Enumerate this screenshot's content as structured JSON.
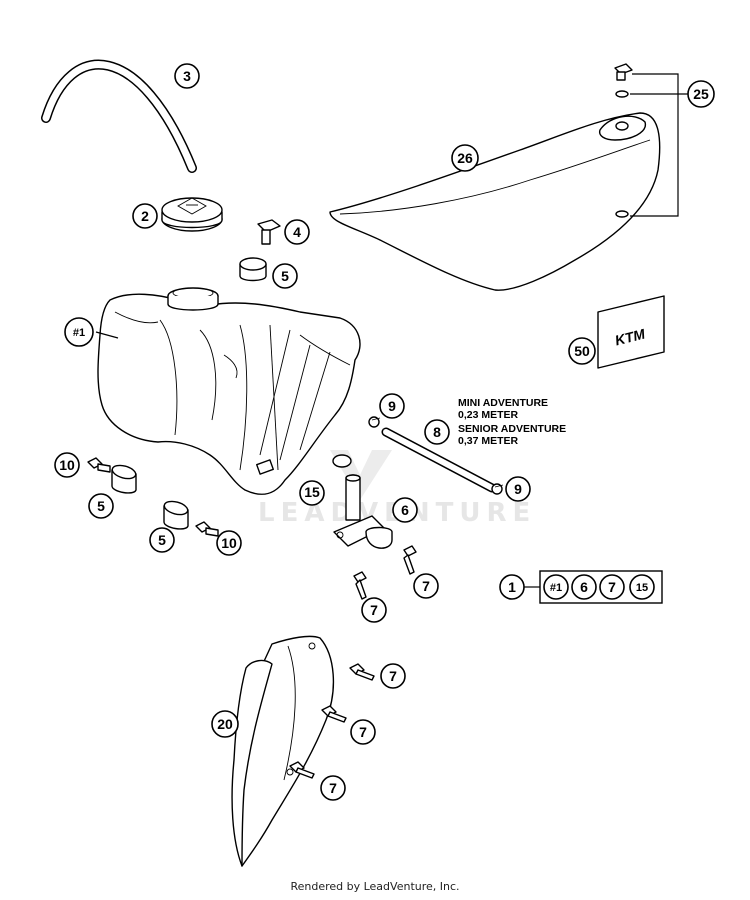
{
  "diagram": {
    "callouts": {
      "c1": "1",
      "c2": "2",
      "c3": "3",
      "c4": "4",
      "c5a": "5",
      "c5b": "5",
      "c5c": "5",
      "c6": "6",
      "c7a": "7",
      "c7b": "7",
      "c7c": "7",
      "c7d": "7",
      "c7e": "7",
      "c8": "8",
      "c9a": "9",
      "c9b": "9",
      "c10a": "10",
      "c10b": "10",
      "c15": "15",
      "c20": "20",
      "c25": "25",
      "c26": "26",
      "c50": "50",
      "tank": "#1"
    },
    "kit_group": [
      "#1",
      "6",
      "7",
      "15"
    ],
    "hose_note": [
      "MINI ADVENTURE",
      "0,23 METER",
      "SENIOR ADVENTURE",
      "0,37 METER"
    ],
    "decal_logo": "KTM",
    "watermark": "LEADVENTURE"
  },
  "footer": "Rendered by LeadVenture, Inc."
}
